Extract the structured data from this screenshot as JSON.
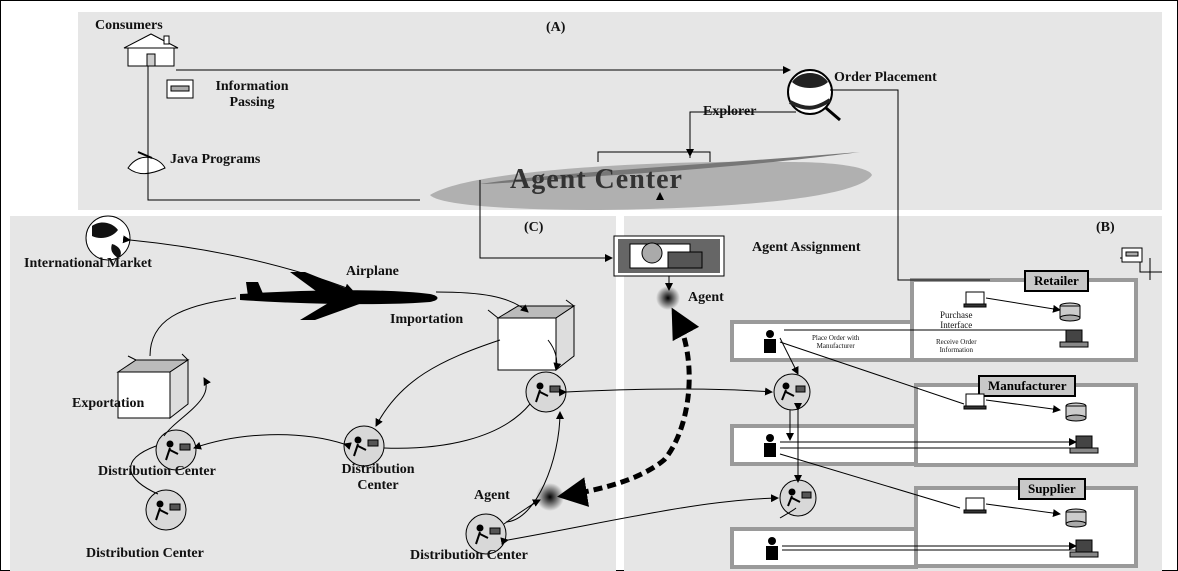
{
  "panels": {
    "a": {
      "label": "(A)"
    },
    "b": {
      "label": "(B)"
    },
    "c": {
      "label": "(C)"
    }
  },
  "labels": {
    "consumers": "Consumers",
    "information_passing": "Information\nPassing",
    "java_programs": "Java Programs",
    "order_placement": "Order Placement",
    "explorer": "Explorer",
    "agent_center": "Agent Center",
    "agent_assignment": "Agent Assignment",
    "agent_top": "Agent",
    "agent_bottom": "Agent",
    "international_market": "International Market",
    "airplane": "Airplane",
    "importation": "Importation",
    "exportation": "Exportation",
    "dc_left": "Distribution Center",
    "dc_middle": "Distribution\nCenter",
    "dc_bottom_left": "Distribution Center",
    "dc_bottom_right": "Distribution Center"
  },
  "roles": {
    "retailer": "Retailer",
    "manufacturer": "Manufacturer",
    "supplier": "Supplier",
    "purchase_interface": "Purchase\nInterface",
    "receive_order_information": "Receive Order\nInformation",
    "place_order_with_manufacturer": "Place Order with\nManufacturer"
  }
}
